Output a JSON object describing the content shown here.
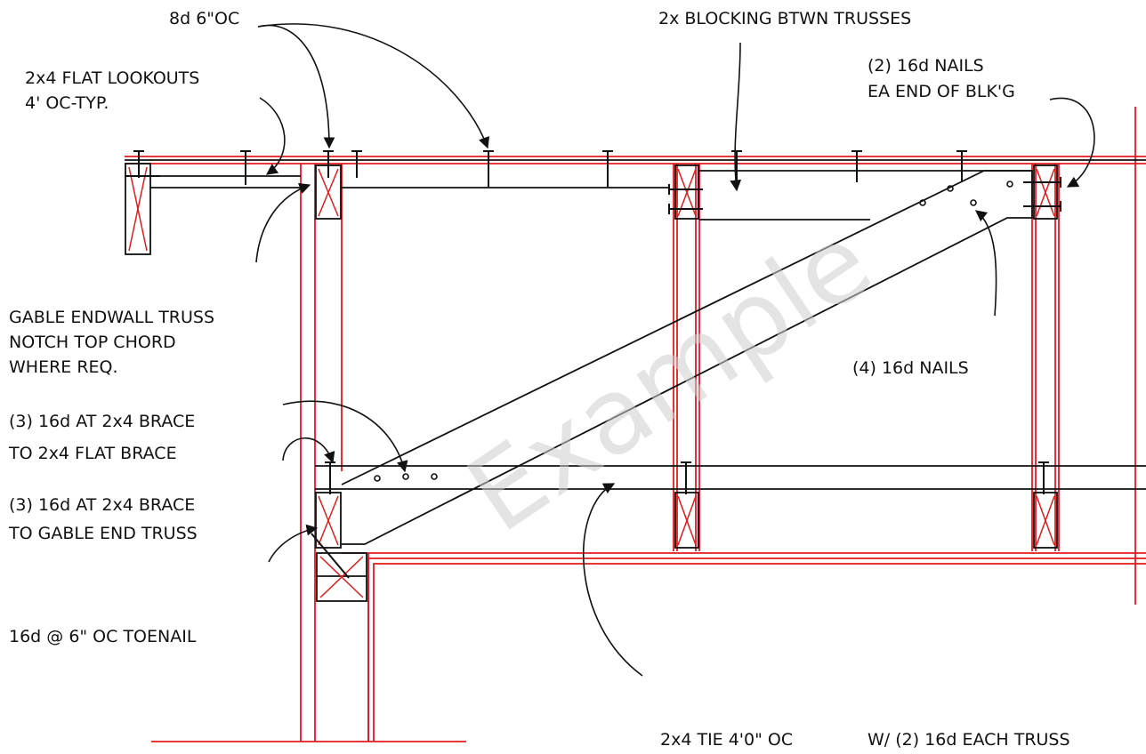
{
  "labels": {
    "nails_8d": "8d 6\"OC",
    "blocking": "2x BLOCKING BTWN TRUSSES",
    "lookouts_1": "2x4 FLAT LOOKOUTS",
    "lookouts_2": "4' OC-TYP.",
    "blkg_nails_1": "(2) 16d NAILS",
    "blkg_nails_2": "EA END OF BLK'G",
    "gable_1": "GABLE ENDWALL TRUSS",
    "gable_2": "NOTCH TOP CHORD",
    "gable_3": "WHERE REQ.",
    "four_nails": "(4) 16d NAILS",
    "flat_brace_1": "(3) 16d AT 2x4 BRACE",
    "flat_brace_2": "TO 2x4 FLAT BRACE",
    "gable_brace_1": "(3) 16d AT 2x4 BRACE",
    "gable_brace_2": "TO GABLE END TRUSS",
    "toenail": "16d @ 6\" OC TOENAIL",
    "tie": "2x4 TIE 4'0\" OC",
    "tie_nails": "W/ (2) 16d EACH TRUSS"
  },
  "watermark": "Example",
  "colors": {
    "framing": "#e31b1b",
    "ink": "#111111"
  }
}
